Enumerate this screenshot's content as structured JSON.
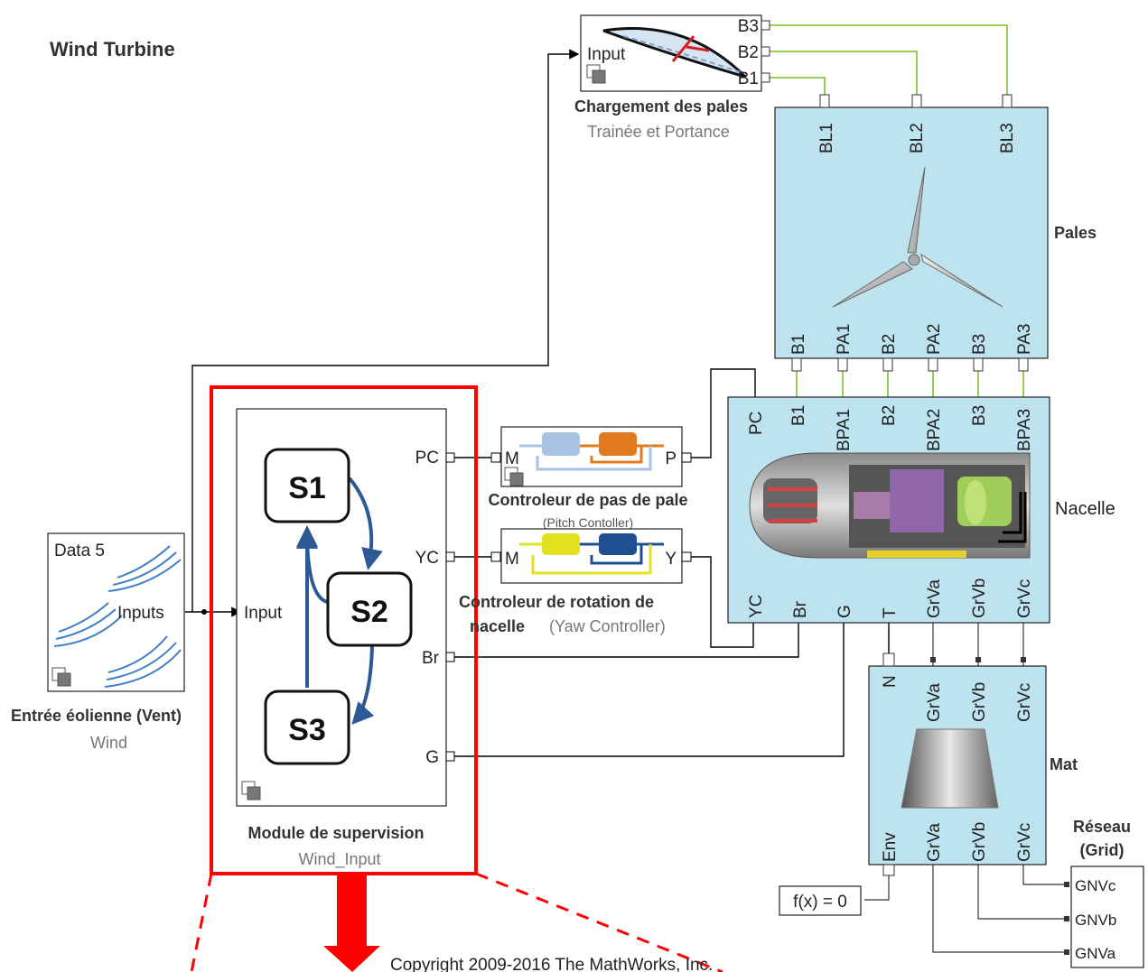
{
  "title": "Wind Turbine",
  "copyright": "Copyright 2009-2016 The MathWorks, Inc.",
  "blocks": {
    "wind_input": {
      "header": "Data 5",
      "out_port": "Inputs",
      "title": "Entrée éolienne (Vent)",
      "subtitle": "Wind"
    },
    "supervision": {
      "in_port": "Input",
      "out_ports": [
        "PC",
        "YC",
        "Br",
        "G"
      ],
      "states": [
        "S1",
        "S2",
        "S3"
      ],
      "title": "Module de supervision",
      "subtitle": "Wind_Input"
    },
    "blade_load": {
      "in_port": "Input",
      "out_ports": [
        "B3",
        "B2",
        "B1"
      ],
      "title": "Chargement des pales",
      "subtitle": "Trainée et Portance"
    },
    "blades": {
      "top_ports": [
        "BL1",
        "BL2",
        "BL3"
      ],
      "bottom_ports": [
        "B1",
        "PA1",
        "B2",
        "PA2",
        "B3",
        "PA3"
      ],
      "label": "Pales"
    },
    "pitch_ctrl": {
      "in_port": "M",
      "out_port": "P",
      "title": "Controleur de pas de pale",
      "subtitle": "(Pitch Contoller)"
    },
    "yaw_ctrl": {
      "in_port": "M",
      "out_port": "Y",
      "title_line1": "Controleur de rotation de",
      "title_line2": "nacelle",
      "subtitle": "(Yaw Controller)"
    },
    "nacelle": {
      "top_ports": [
        "PC",
        "B1",
        "BPA1",
        "B2",
        "BPA2",
        "B3",
        "BPA3"
      ],
      "bottom_ports": [
        "YC",
        "Br",
        "G",
        "T",
        "GrVa",
        "GrVb",
        "GrVc"
      ],
      "label": "Nacelle"
    },
    "mast": {
      "top_ports": [
        "N",
        "GrVa",
        "GrVb",
        "GrVc"
      ],
      "bottom_ports": [
        "Env",
        "GrVa",
        "GrVb",
        "GrVc"
      ],
      "label": "Mat"
    },
    "grid": {
      "label_line1": "Réseau",
      "label_line2": "(Grid)",
      "ports": [
        "GNVc",
        "GNVb",
        "GNVa"
      ]
    },
    "solver": {
      "label": "f(x) = 0"
    }
  },
  "colors": {
    "block_fill": "#bde3ee",
    "highlight": "#ff0000",
    "physical_line": "#8cc63f",
    "signal_line": "#000000"
  }
}
